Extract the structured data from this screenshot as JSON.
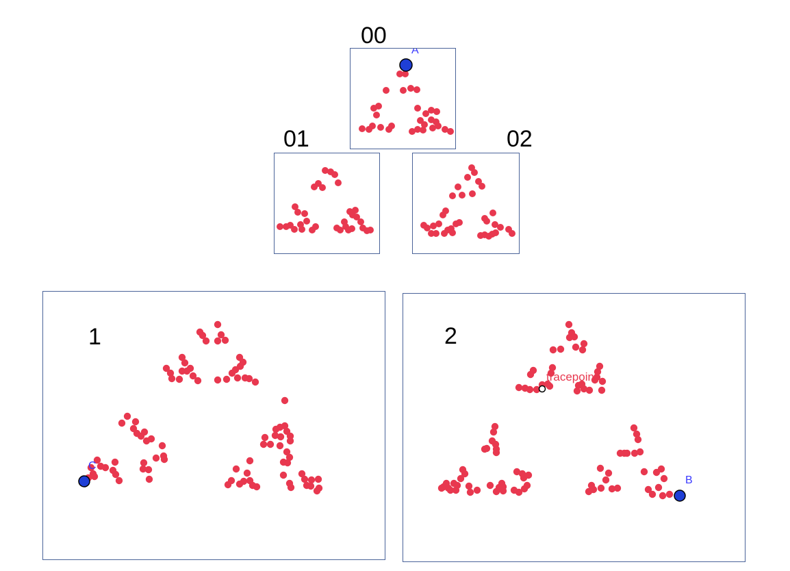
{
  "colors": {
    "dot": "#e8384f",
    "point": "#1f3fd6",
    "point_label": "#3a3aff",
    "frame": "#4a6399",
    "trace": "#e8384f"
  },
  "panels": {
    "p00": {
      "title": "00",
      "point_label": "A"
    },
    "p01": {
      "title": "01"
    },
    "p02": {
      "title": "02"
    },
    "p1": {
      "title": "1",
      "point_label": "C"
    },
    "p2": {
      "title": "2",
      "point_label": "B",
      "trace_label": "tracepoint"
    }
  }
}
